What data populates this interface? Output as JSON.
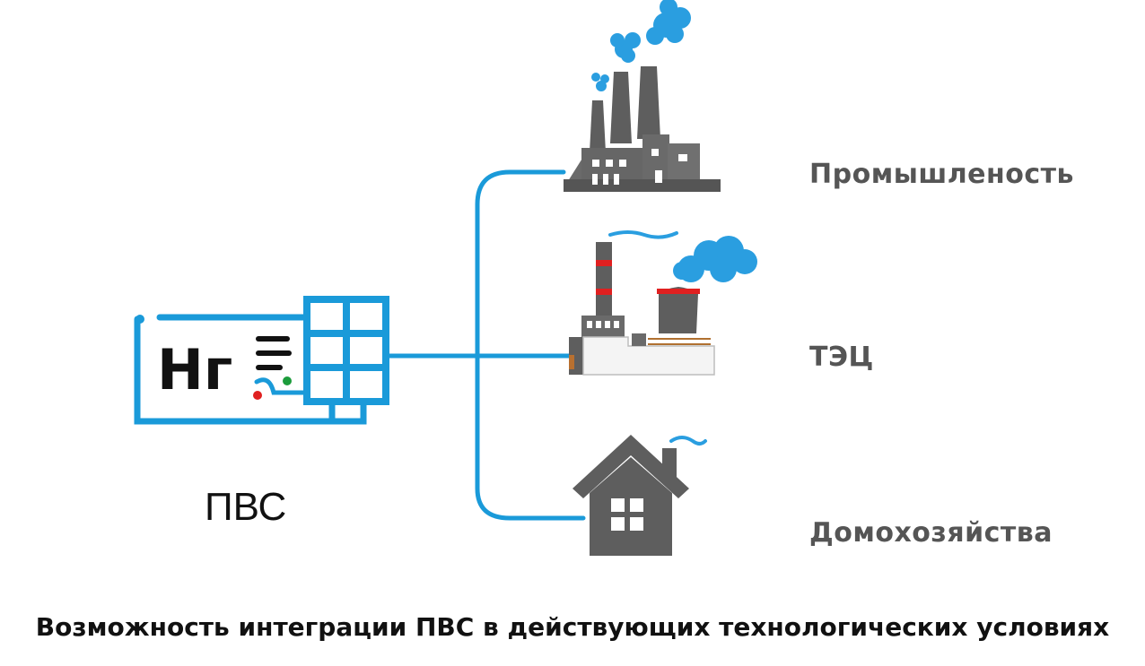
{
  "source": {
    "label": "ПВС",
    "device_text": "Hг"
  },
  "destinations": [
    {
      "label": "Промышленость",
      "icon": "factory-icon"
    },
    {
      "label": "ТЭЦ",
      "icon": "power-plant-icon"
    },
    {
      "label": "Домохозяйства",
      "icon": "house-icon"
    }
  ],
  "caption": "Возможность интеграции ПВС в действующих технологических условиях",
  "colors": {
    "line": "#1a9ad9",
    "icon_gray": "#5e5e5e",
    "smoke": "#2a9ee0",
    "accent_red": "#e02020",
    "accent_green": "#1c9c3c"
  }
}
